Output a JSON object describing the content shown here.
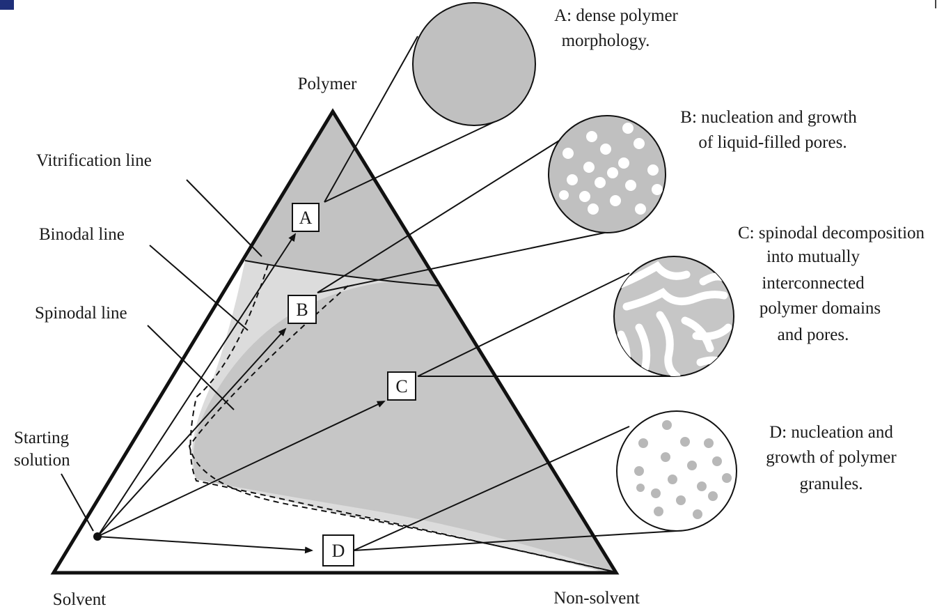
{
  "corners": {
    "polymer": "Polymer",
    "solvent": "Solvent",
    "non_solvent": "Non-solvent"
  },
  "lines": {
    "vitrification": "Vitrification line",
    "binodal": "Binodal line",
    "spinodal": "Spinodal line",
    "starting_1": "Starting",
    "starting_2": "solution"
  },
  "points": [
    "A",
    "B",
    "C",
    "D"
  ],
  "captions": {
    "A": [
      "A: dense polymer",
      "morphology."
    ],
    "B": [
      "B: nucleation and growth",
      "of liquid-filled pores."
    ],
    "C": [
      "C: spinodal decomposition",
      "into mutually",
      "interconnected",
      "polymer domains",
      "and pores."
    ],
    "D": [
      "D: nucleation and",
      "growth of polymer",
      "granules."
    ]
  },
  "colors": {
    "dense_region": "#c2c2c2",
    "spinodal_region": "#c6c6c6",
    "metastable_region": "#dcdcdc",
    "stroke": "#111111",
    "corner_accent": "#1f2f7a"
  }
}
